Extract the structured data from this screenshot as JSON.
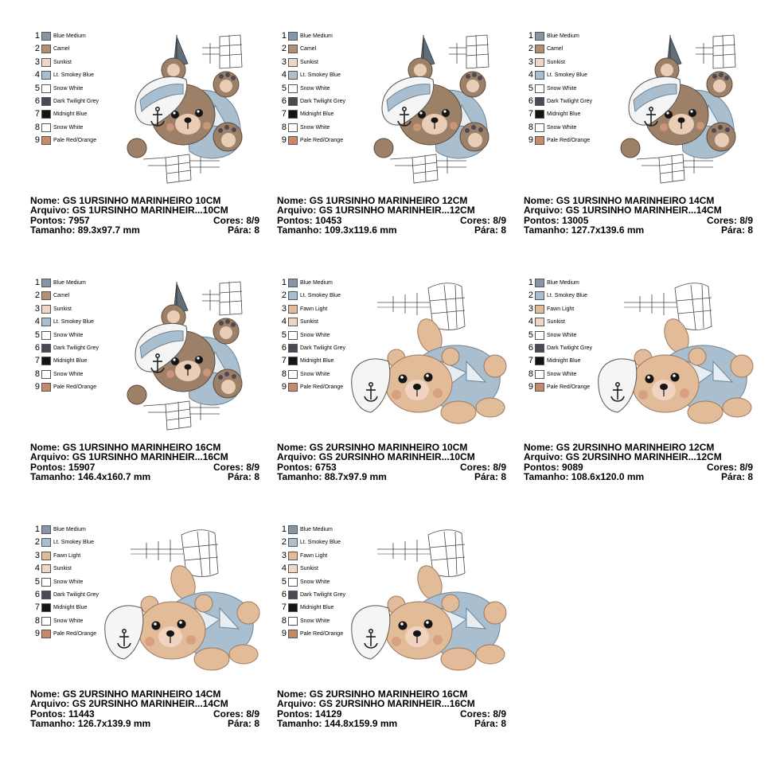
{
  "labels": {
    "nome": "Nome:",
    "arquivo": "Arquivo:",
    "pontos": "Pontos:",
    "tamanho": "Tamanho:",
    "cores": "Cores:",
    "para": "Pára:"
  },
  "icons": [
    "sailor-bear-embroidery-icon",
    "ship-outline-icon",
    "anchor-icon"
  ],
  "palettes": {
    "p1": [
      {
        "num": "1",
        "name": "Blue Medium",
        "color": "#8796a6"
      },
      {
        "num": "2",
        "name": "Camel",
        "color": "#b08f73"
      },
      {
        "num": "3",
        "name": "Sunkist",
        "color": "#efd6c6"
      },
      {
        "num": "4",
        "name": "Lt. Smokey Blue",
        "color": "#a9bfd0"
      },
      {
        "num": "5",
        "name": "Snow White",
        "color": "#ffffff"
      },
      {
        "num": "6",
        "name": "Dark Twilight Grey",
        "color": "#4e4856"
      },
      {
        "num": "7",
        "name": "Midnight Blue",
        "color": "#141414"
      },
      {
        "num": "8",
        "name": "Snow White",
        "color": "#ffffff"
      },
      {
        "num": "9",
        "name": "Pale Red/Orange",
        "color": "#c98866"
      }
    ],
    "p2": [
      {
        "num": "1",
        "name": "Blue Medium",
        "color": "#8796a6"
      },
      {
        "num": "2",
        "name": "Lt. Smokey Blue",
        "color": "#a9bfd0"
      },
      {
        "num": "3",
        "name": "Fawn Light",
        "color": "#e2bb98"
      },
      {
        "num": "4",
        "name": "Sunkist",
        "color": "#efd6c6"
      },
      {
        "num": "5",
        "name": "Snow White",
        "color": "#ffffff"
      },
      {
        "num": "6",
        "name": "Dark Twilight Grey",
        "color": "#4e4856"
      },
      {
        "num": "7",
        "name": "Midnight Blue",
        "color": "#141414"
      },
      {
        "num": "8",
        "name": "Snow White",
        "color": "#ffffff"
      },
      {
        "num": "9",
        "name": "Pale Red/Orange",
        "color": "#c98866"
      }
    ]
  },
  "designs": [
    {
      "design": "1",
      "palette": "p1",
      "nome": "GS 1URSINHO MARINHEIRO 10CM",
      "arquivo": "GS 1URSINHO MARINHEIR...10CM",
      "pontos": "7957",
      "cores": "8/9",
      "tamanho": "89.3x97.7 mm",
      "para": "8"
    },
    {
      "design": "1",
      "palette": "p1",
      "nome": "GS 1URSINHO MARINHEIRO 12CM",
      "arquivo": "GS 1URSINHO MARINHEIR...12CM",
      "pontos": "10453",
      "cores": "8/9",
      "tamanho": "109.3x119.6 mm",
      "para": "8"
    },
    {
      "design": "1",
      "palette": "p1",
      "nome": "GS 1URSINHO MARINHEIRO 14CM",
      "arquivo": "GS 1URSINHO MARINHEIR...14CM",
      "pontos": "13005",
      "cores": "8/9",
      "tamanho": "127.7x139.6 mm",
      "para": "8"
    },
    {
      "design": "1",
      "palette": "p1",
      "nome": "GS 1URSINHO MARINHEIRO 16CM",
      "arquivo": "GS 1URSINHO MARINHEIR...16CM",
      "pontos": "15907",
      "cores": "8/9",
      "tamanho": "146.4x160.7 mm",
      "para": "8"
    },
    {
      "design": "2",
      "palette": "p2",
      "nome": "GS 2URSINHO MARINHEIRO 10CM",
      "arquivo": "GS 2URSINHO MARINHEIR...10CM",
      "pontos": "6753",
      "cores": "8/9",
      "tamanho": "88.7x97.9 mm",
      "para": "8"
    },
    {
      "design": "2",
      "palette": "p2",
      "nome": "GS 2URSINHO MARINHEIRO 12CM",
      "arquivo": "GS 2URSINHO MARINHEIR...12CM",
      "pontos": "9089",
      "cores": "8/9",
      "tamanho": "108.6x120.0 mm",
      "para": "8"
    },
    {
      "design": "2",
      "palette": "p2",
      "nome": "GS 2URSINHO MARINHEIRO 14CM",
      "arquivo": "GS 2URSINHO MARINHEIR...14CM",
      "pontos": "11443",
      "cores": "8/9",
      "tamanho": "126.7x139.9 mm",
      "para": "8"
    },
    {
      "design": "2",
      "palette": "p2",
      "nome": "GS 2URSINHO MARINHEIRO 16CM",
      "arquivo": "GS 2URSINHO MARINHEIR...16CM",
      "pontos": "14129",
      "cores": "8/9",
      "tamanho": "144.8x159.9 mm",
      "para": "8"
    }
  ]
}
